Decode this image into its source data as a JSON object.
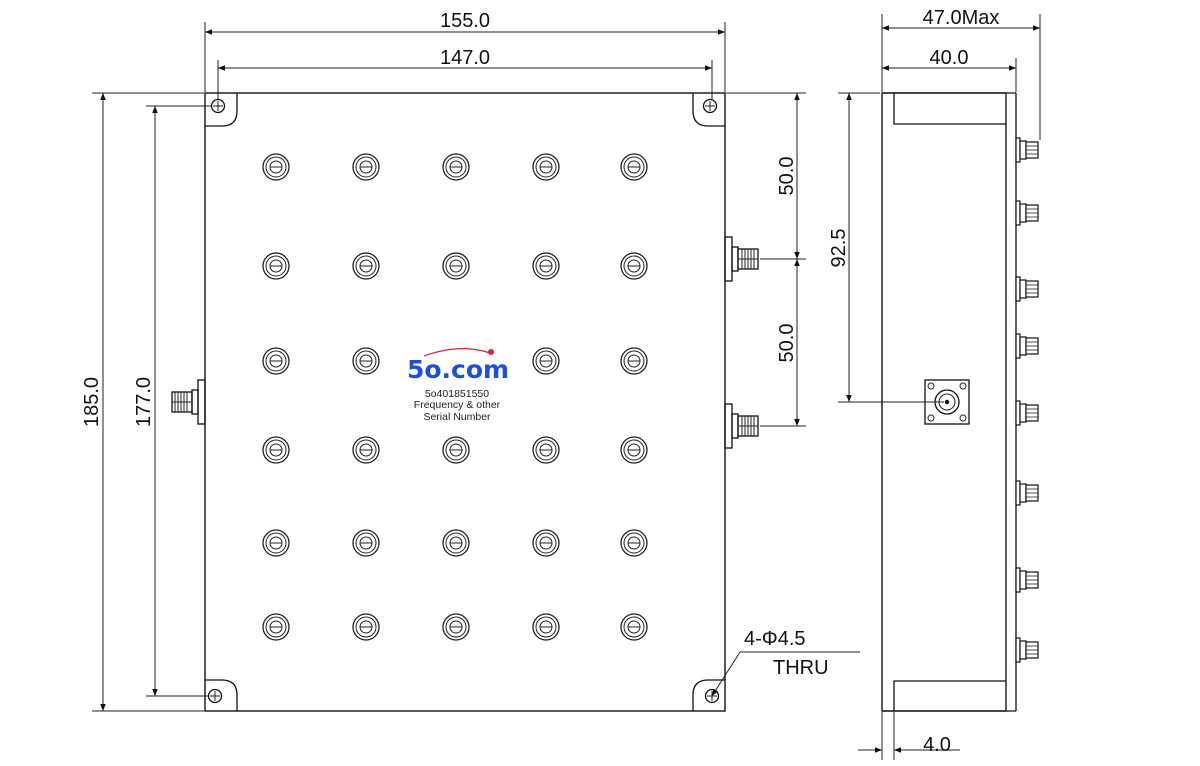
{
  "dimensions": {
    "overall_width": "155.0",
    "hole_spacing_width": "147.0",
    "overall_height": "185.0",
    "hole_spacing_height": "177.0",
    "port_offset_top": "50.0",
    "port_offset_mid": "50.0",
    "side_port_height": "92.5",
    "depth_max": "47.0Max",
    "depth": "40.0",
    "flange": "4.0",
    "holes": "4-Φ4.5",
    "holes_thru": "THRU"
  },
  "nameplate": {
    "logo_digit": "5",
    "logo_rest": "o.com",
    "model": "5o401851550",
    "line2": "Frequency & other",
    "line3": "Serial Number"
  },
  "colors": {
    "logo_blue": "#1f4fd6",
    "logo_red_dot": "#e0203a",
    "line": "#111111"
  }
}
